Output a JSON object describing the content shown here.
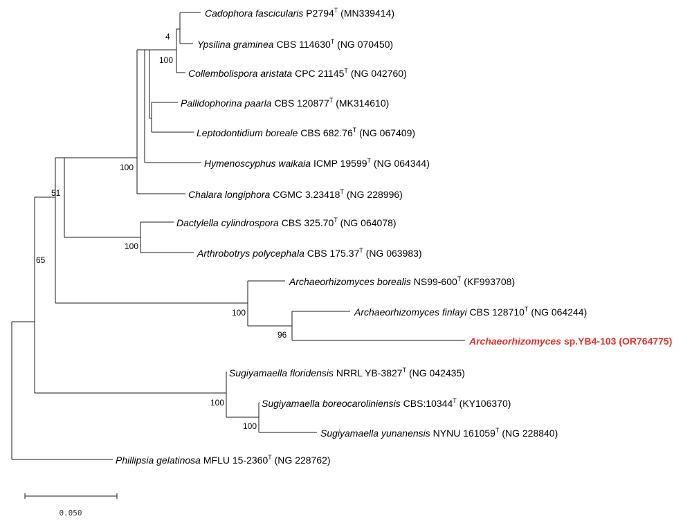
{
  "taxa": [
    {
      "id": "t1",
      "genus_species": "Cadophora fascicularis",
      "strain": "P2794",
      "type_mark": "T",
      "accession": "(MN339414)",
      "highlight": false
    },
    {
      "id": "t2",
      "genus_species": "Ypsilina graminea",
      "strain": "CBS 114630",
      "type_mark": "T",
      "accession": "(NG 070450)",
      "highlight": false
    },
    {
      "id": "t3",
      "genus_species": "Collembolispora aristata",
      "strain": "CPC 21145",
      "type_mark": "T",
      "accession": " (NG 042760)",
      "highlight": false
    },
    {
      "id": "t4",
      "genus_species": "Pallidophorina paarla",
      "strain": "CBS 120877",
      "type_mark": "T",
      "accession": "(MK314610)",
      "highlight": false
    },
    {
      "id": "t5",
      "genus_species": "Leptodontidium boreale",
      "strain": "CBS 682.76",
      "type_mark": "T",
      "accession": "(NG 067409)",
      "highlight": false
    },
    {
      "id": "t6",
      "genus_species": "Hymenoscyphus waikaia",
      "strain": "ICMP 19599",
      "type_mark": "T",
      "accession": "(NG 064344)",
      "highlight": false
    },
    {
      "id": "t7",
      "genus_species": "Chalara longiphora",
      "strain": "CGMC 3.23418",
      "type_mark": "T",
      "accession": "(NG 228996)",
      "highlight": false
    },
    {
      "id": "t8",
      "genus_species": "Dactylella cylindrospora",
      "strain": "CBS 325.70",
      "type_mark": "T",
      "accession": "(NG 064078)",
      "highlight": false
    },
    {
      "id": "t9",
      "genus_species": "Arthrobotrys polycephala",
      "strain": "CBS 175.37",
      "type_mark": "T",
      "accession": "(NG 063983)",
      "highlight": false
    },
    {
      "id": "t10",
      "genus_species": "Archaeorhizomyces borealis",
      "strain": "NS99-600",
      "type_mark": "T",
      "accession": "(KF993708)",
      "highlight": false
    },
    {
      "id": "t11",
      "genus_species": "Archaeorhizomyces finlayi",
      "strain": "CBS 128710",
      "type_mark": "T",
      "accession": "(NG 064244)",
      "highlight": false
    },
    {
      "id": "t12",
      "genus_species": "Archaeorhizomyces",
      "strain": "sp.YB4-103",
      "type_mark": "",
      "accession": "(OR764775)",
      "highlight": true
    },
    {
      "id": "t13",
      "genus_species": "Sugiyamaella floridensis",
      "strain": "NRRL YB-3827",
      "type_mark": "T",
      "accession": "(NG 042435)",
      "highlight": false
    },
    {
      "id": "t14",
      "genus_species": "Sugiyamaella boreocaroliniensis",
      "strain": "CBS:10344",
      "type_mark": "T",
      "accession": "(KY106370)",
      "highlight": false
    },
    {
      "id": "t15",
      "genus_species": "Sugiyamaella yunanensis",
      "strain": "NYNU 161059",
      "type_mark": "T",
      "accession": "(NG 228840)",
      "highlight": false
    },
    {
      "id": "t16",
      "genus_species": "Phillipsia gelatinosa",
      "strain": "MFLU 15-2360",
      "type_mark": "T",
      "accession": "(NG 228762)",
      "highlight": false
    }
  ],
  "bootstrap": [
    {
      "node": "n_t1_t2",
      "value": "4"
    },
    {
      "node": "n_t1_t3",
      "value": "100"
    },
    {
      "node": "n_t1_t7",
      "value": "100"
    },
    {
      "node": "n_t1_t9",
      "value": "51"
    },
    {
      "node": "n_t1_t12",
      "value": "65"
    },
    {
      "node": "n_t8_t9",
      "value": "100"
    },
    {
      "node": "n_t10_t12",
      "value": "100"
    },
    {
      "node": "n_t11_t12",
      "value": "96"
    },
    {
      "node": "n_t13_t15",
      "value": "100"
    },
    {
      "node": "n_t14_t15",
      "value": "100"
    }
  ],
  "scale_bar": {
    "label": "0.050",
    "value": 0.05
  },
  "colors": {
    "highlight": "#e8302a",
    "branch": "#1a1a1a",
    "text": "#000000"
  }
}
